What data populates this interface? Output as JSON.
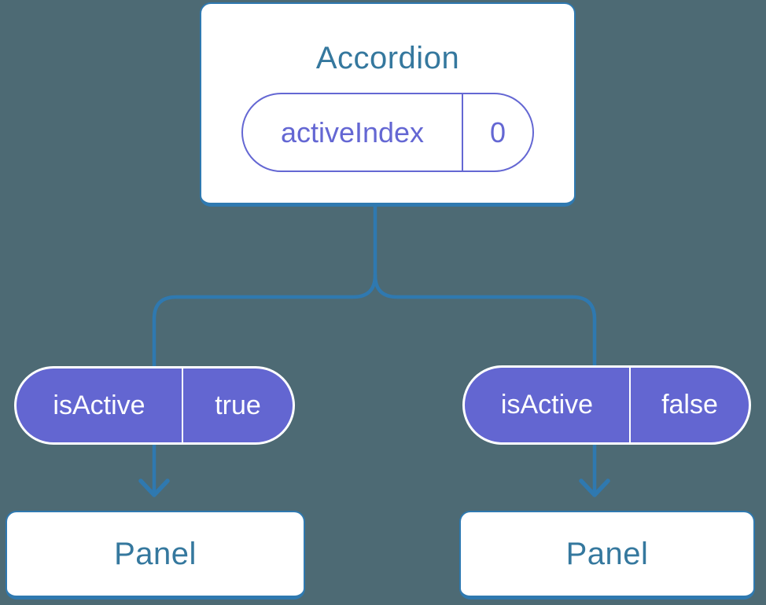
{
  "diagram": {
    "description": "Component tree showing lifted state: Accordion parent passes isActive props to two Panel children",
    "root": {
      "label": "Accordion",
      "state": {
        "name": "activeIndex",
        "value": "0"
      }
    },
    "children": [
      {
        "label": "Panel",
        "prop": {
          "name": "isActive",
          "value": "true"
        }
      },
      {
        "label": "Panel",
        "prop": {
          "name": "isActive",
          "value": "false"
        }
      }
    ],
    "colors": {
      "background": "#4d6a74",
      "connector": "#2f79b0",
      "card_border": "#2f79b0",
      "component_text": "#35789e",
      "pill_fill": "#6366d1",
      "pill_outline_on_card": "#6467d3",
      "pill_text_on_fill": "#ffffff",
      "card_background": "#ffffff"
    }
  }
}
